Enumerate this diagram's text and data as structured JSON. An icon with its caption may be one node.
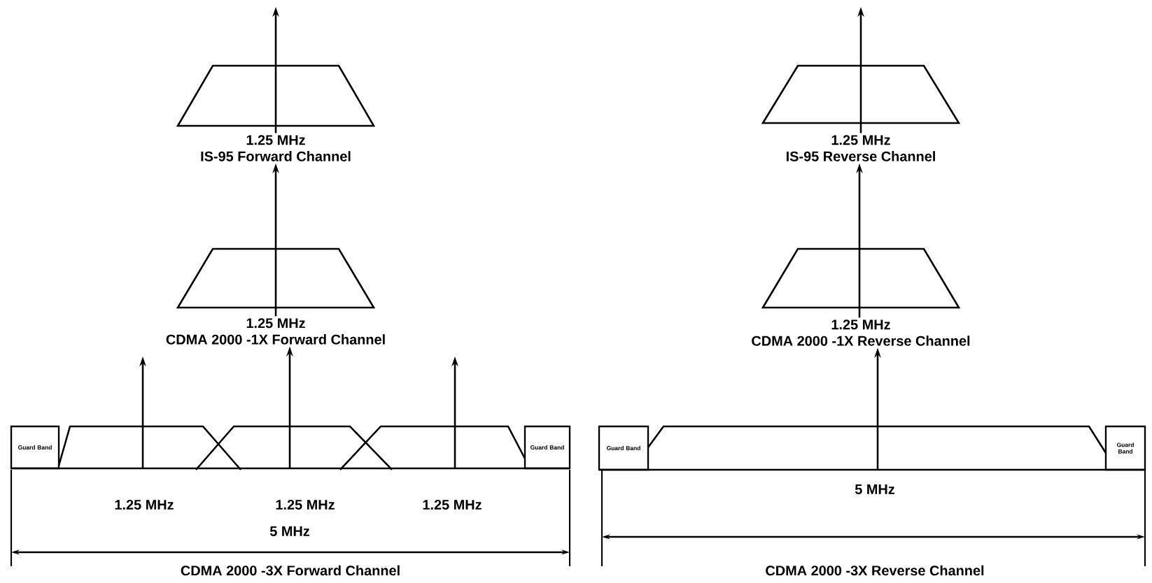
{
  "diagram": {
    "nodes": [
      {
        "text": [
          "1.25 MHz",
          "IS-95 Forward Channel"
        ]
      },
      {
        "text": [
          "1.25 MHz",
          "CDMA 2000 -1X Forward Channel"
        ]
      },
      {
        "text": [
          "CDMA 2000 -3X Forward Channel"
        ]
      },
      {
        "text": [
          "Guard Band"
        ],
        "in": 2
      },
      {
        "text": [
          "Guard Band"
        ],
        "in": 2
      },
      {
        "text": [
          "1.25 MHz",
          "IS-95 Reverse Channel"
        ]
      },
      {
        "text": [
          "1.25 MHz",
          "CDMA 2000 -1X Reverse Channel"
        ]
      },
      {
        "text": [
          "CDMA 2000 -3X Reverse Channel"
        ]
      },
      {
        "text": [
          "Guard Band"
        ],
        "in": 7
      },
      {
        "text": [
          "Guard Band"
        ],
        "in": 7
      }
    ],
    "edges": [
      {
        "from": 0,
        "to": null,
        "arrow": "to"
      },
      {
        "from": 1,
        "to": 0,
        "arrow": "to"
      },
      {
        "from": 2,
        "to": null,
        "arrow": "to"
      },
      {
        "from": 2,
        "to": 1,
        "arrow": "to"
      },
      {
        "from": 2,
        "to": null,
        "arrow": "to"
      },
      {
        "from": 5,
        "to": null,
        "arrow": "to"
      },
      {
        "from": 6,
        "to": 5,
        "arrow": "to"
      },
      {
        "from": 7,
        "to": 6,
        "arrow": "to"
      }
    ],
    "labels": [
      "1.25 MHz",
      "1.25 MHz",
      "1.25 MHz",
      "5 MHz",
      "5 MHz"
    ]
  }
}
